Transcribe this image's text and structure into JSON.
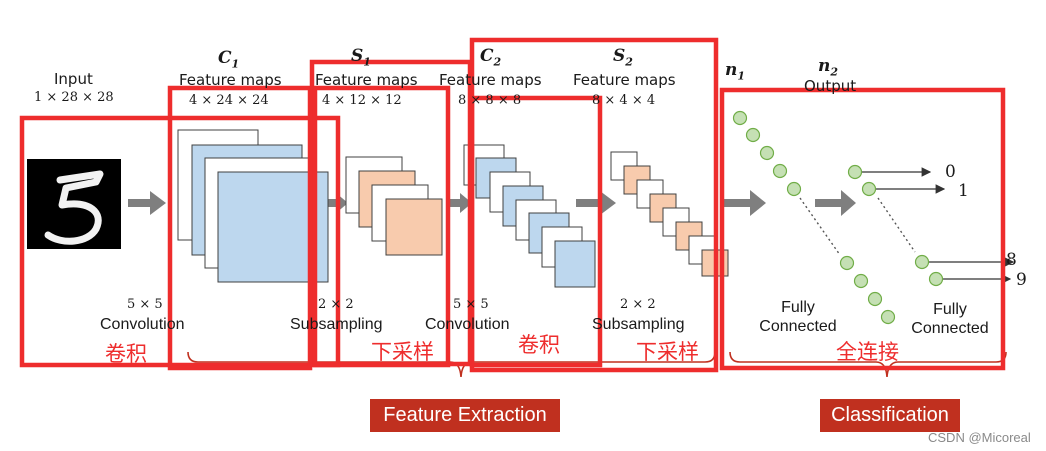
{
  "stages": {
    "input": {
      "title": "Input",
      "dims": "1 × 28 × 28"
    },
    "c1": {
      "symbol": "C",
      "sub": "1",
      "title": "Feature maps",
      "dims": "4 × 24 × 24"
    },
    "s1": {
      "symbol": "S",
      "sub": "1",
      "title": "Feature maps",
      "dims": "4 × 12 × 12"
    },
    "c2": {
      "symbol": "C",
      "sub": "2",
      "title": "Feature maps",
      "dims": "8 × 8 × 8"
    },
    "s2": {
      "symbol": "S",
      "sub": "2",
      "title": "Feature maps",
      "dims": "8 × 4 × 4"
    },
    "n1": {
      "symbol": "n",
      "sub": "1"
    },
    "n2": {
      "symbol": "n",
      "sub": "2",
      "title": "Output"
    }
  },
  "operations": [
    {
      "kernel": "5 × 5",
      "label": "Convolution",
      "cn": "卷积"
    },
    {
      "kernel": "2 × 2",
      "label": "Subsampling",
      "cn": "下采样"
    },
    {
      "kernel": "5 × 5",
      "label": "Convolution",
      "cn": "卷积"
    },
    {
      "kernel": "2 × 2",
      "label": "Subsampling",
      "cn": "下采样"
    }
  ],
  "fully_connected": [
    "Fully Connected",
    "Fully Connected"
  ],
  "fc_cn": "全连接",
  "outputs": {
    "top1": "0",
    "top2": "1",
    "bottom1": "8",
    "bottom2": "9"
  },
  "sections": {
    "feature_extraction": "Feature Extraction",
    "classification": "Classification"
  },
  "watermark": "CSDN @Micoreal",
  "colors": {
    "map_blue": "#bdd7ee",
    "map_orange": "#f8cbad",
    "node_green": "#c5e0b4",
    "highlight_red": "#ee2d2d",
    "tag_red": "#c0301f",
    "arrow_gray": "#7f7f7f"
  }
}
